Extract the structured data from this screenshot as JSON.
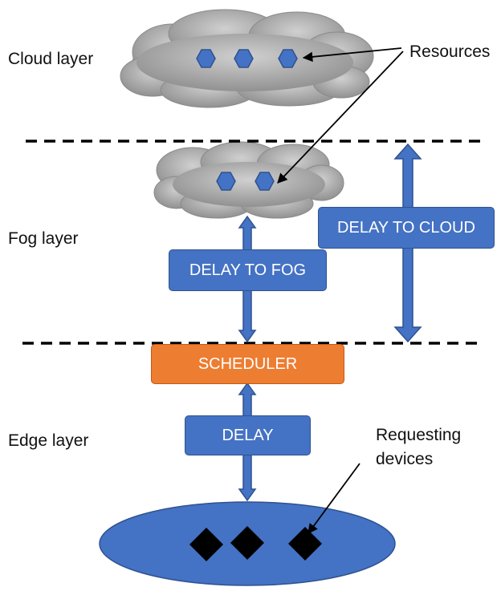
{
  "layers": {
    "cloud": "Cloud layer",
    "fog": "Fog layer",
    "edge": "Edge layer"
  },
  "annotations": {
    "resources": "Resources",
    "requesting_line1": "Requesting",
    "requesting_line2": "devices"
  },
  "boxes": {
    "delay_to_cloud": "DELAY TO CLOUD",
    "delay_to_fog": "DELAY TO FOG",
    "scheduler": "SCHEDULER",
    "delay": "DELAY"
  },
  "colors": {
    "blue": "#4472c4",
    "blue_border": "#2f528f",
    "orange": "#ed7d31",
    "cloud_gray": "#a6a6a6",
    "device": "#000000"
  },
  "icons": {
    "resource": "hexagon-icon",
    "device": "diamond-icon"
  }
}
